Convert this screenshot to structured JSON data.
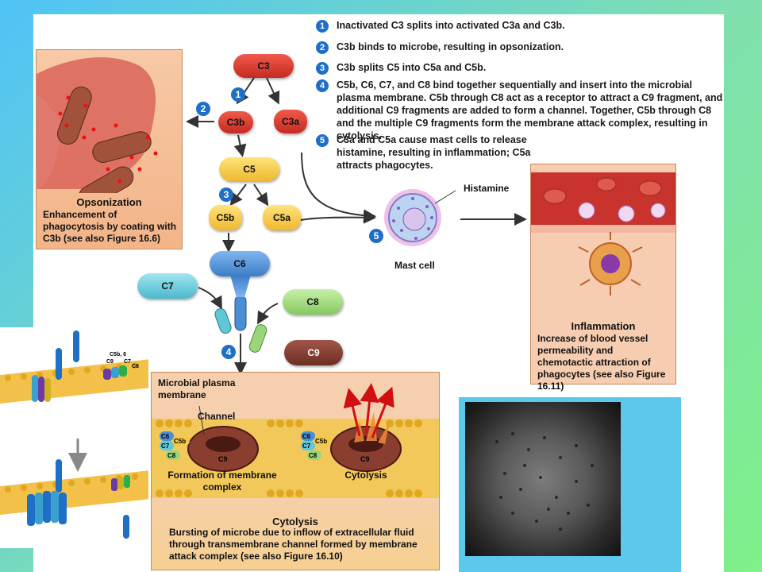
{
  "steps": [
    {
      "num": "1",
      "text": "Inactivated C3 splits into activated C3a and C3b."
    },
    {
      "num": "2",
      "text": "C3b binds to microbe, resulting in opsonization."
    },
    {
      "num": "3",
      "text": "C3b splits C5 into C5a and C5b."
    },
    {
      "num": "4",
      "text": "C5b, C6, C7, and C8 bind together sequentially and insert into the microbial plasma membrane. C5b through C8 act as a receptor to attract a C9 fragment, and additional C9 fragments are added to form a channel. Together, C5b through C8 and the multiple C9 fragments form the membrane attack complex, resulting in cytolysis."
    },
    {
      "num": "5",
      "text": "C3a and C5a cause mast cells to release histamine, resulting in inflammation; C5a attracts phagocytes."
    }
  ],
  "components": {
    "c3": "C3",
    "c3b": "C3b",
    "c3a": "C3a",
    "c5": "C5",
    "c5b": "C5b",
    "c5a": "C5a",
    "c6": "C6",
    "c7": "C7",
    "c8": "C8",
    "c9": "C9"
  },
  "badges": {
    "b1": "1",
    "b2": "2",
    "b3": "3",
    "b4": "4",
    "b5": "5"
  },
  "opsonization": {
    "title": "Opsonization",
    "text": "Enhancement of phagocytosis by coating with C3b (see also Figure 16.6)"
  },
  "mast": {
    "histamine": "Histamine",
    "label": "Mast cell"
  },
  "inflammation": {
    "title": "Inflammation",
    "text": "Increase of blood vessel permeability and chemotactic attraction of phagocytes (see also Figure 16.11)"
  },
  "cytolysis_panel": {
    "membrane_label": "Microbial plasma membrane",
    "channel_label": "Channel",
    "formation_label": "Formation of membrane complex",
    "cytolysis_small": "Cytolysis",
    "title": "Cytolysis",
    "text": "Bursting of microbe due to inflow of extracellular fluid through  transmembrane channel formed by membrane attack complex (see also Figure 16.10)"
  },
  "mini_labels": {
    "c5b6": "C5b, 6",
    "c9": "C9",
    "c7": "C7",
    "c8": "C8"
  },
  "colors": {
    "blue_badge": "#1e6fc6",
    "c3_red": "#d9302a",
    "c5_yellow": "#f5c842",
    "c6_blue": "#4a8fd6",
    "c7_teal": "#5fc7d8",
    "c8_green": "#9ad57a",
    "c9_brown": "#7b3a2e"
  }
}
